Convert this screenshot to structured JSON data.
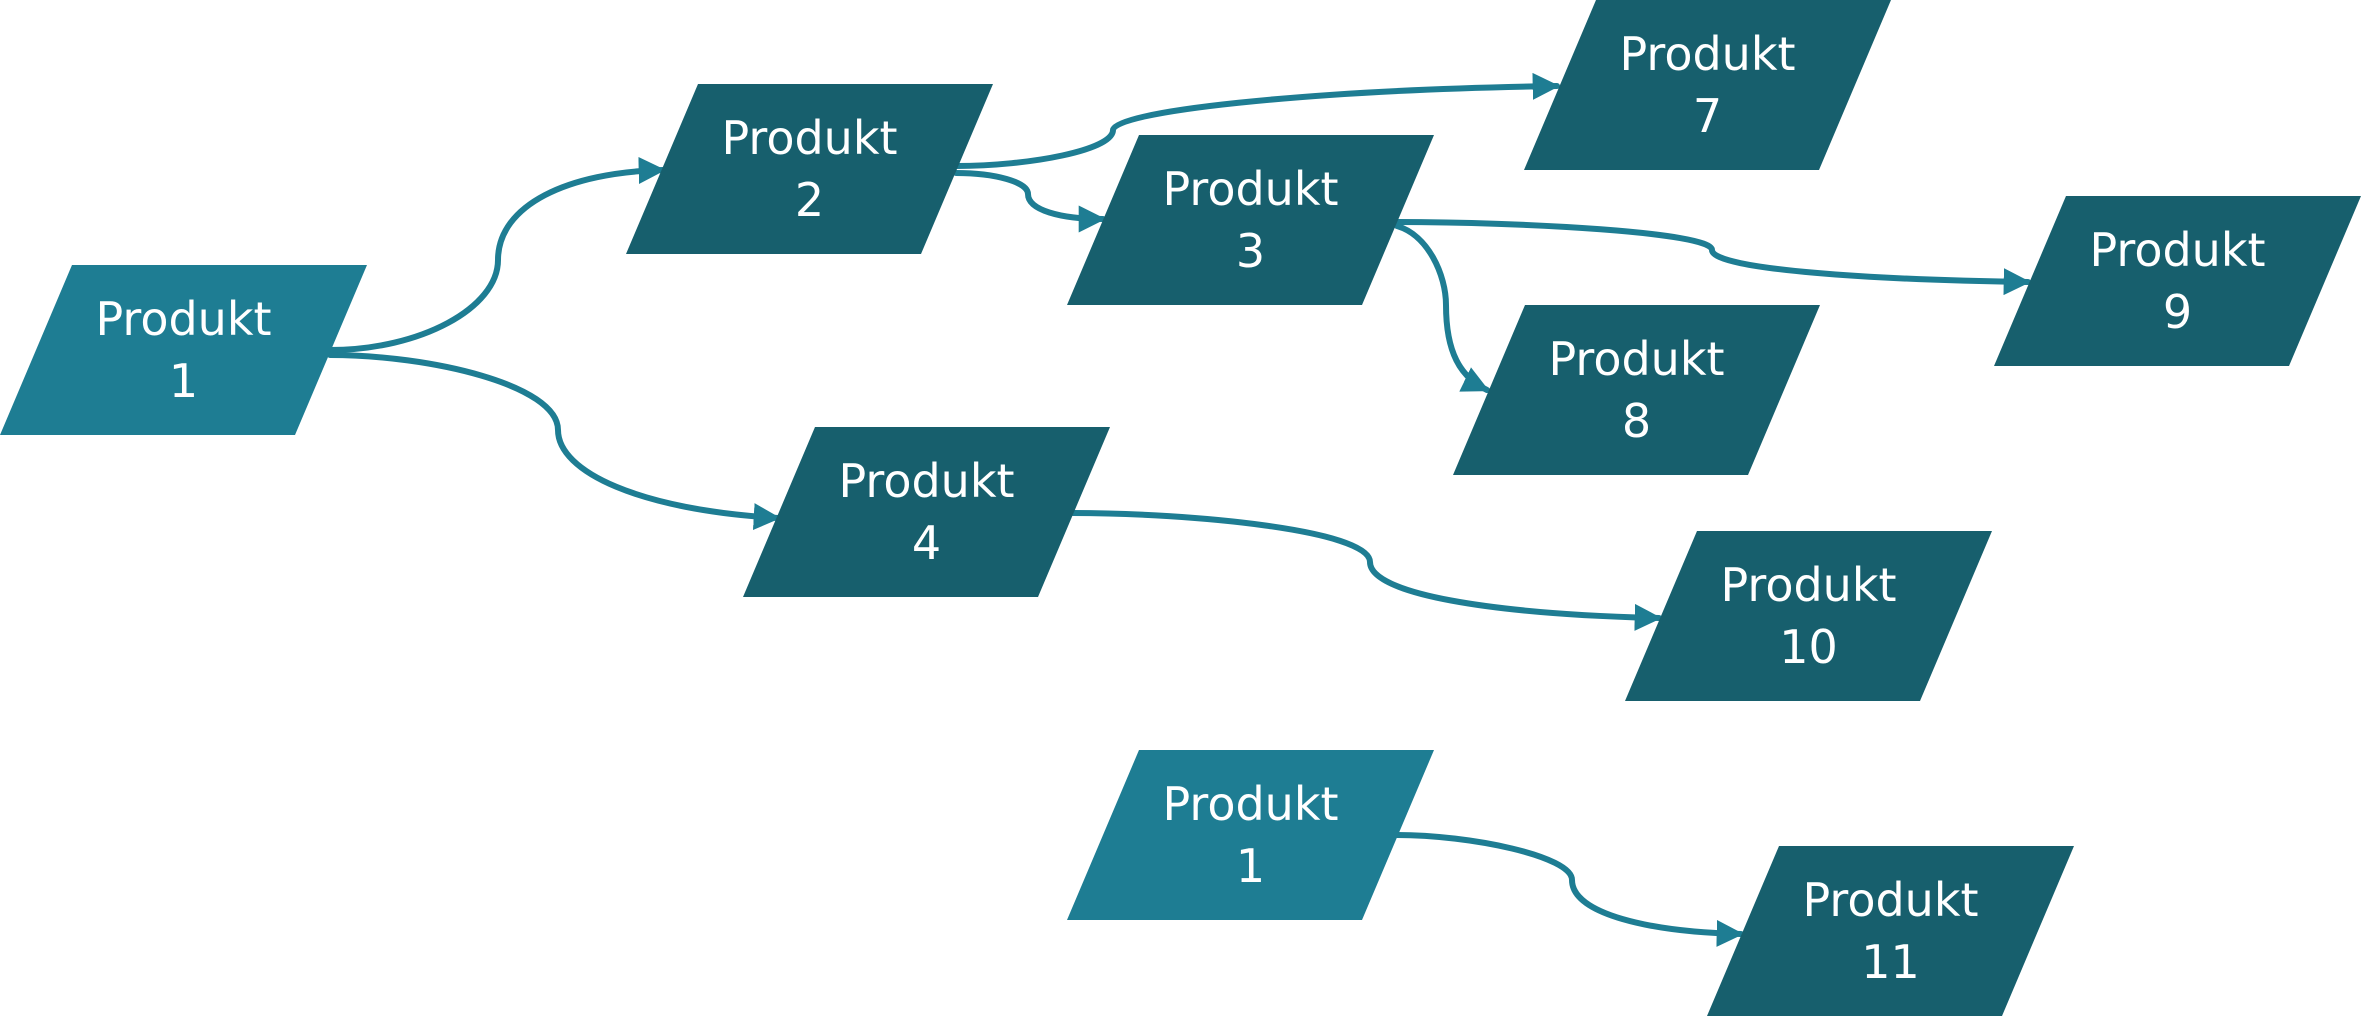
{
  "colors": {
    "root": "#1E7D93",
    "node": "#175F6D",
    "connector": "#1E7D93",
    "text": "#FFFFFF"
  },
  "nodes": [
    {
      "id": "n1a",
      "kind": "root",
      "line1": "Produkt",
      "line2": "1"
    },
    {
      "id": "n2",
      "kind": "node",
      "line1": "Produkt",
      "line2": "2"
    },
    {
      "id": "n3",
      "kind": "node",
      "line1": "Produkt",
      "line2": "3"
    },
    {
      "id": "n4",
      "kind": "node",
      "line1": "Produkt",
      "line2": "4"
    },
    {
      "id": "n7",
      "kind": "node",
      "line1": "Produkt",
      "line2": "7"
    },
    {
      "id": "n8",
      "kind": "node",
      "line1": "Produkt",
      "line2": "8"
    },
    {
      "id": "n9",
      "kind": "node",
      "line1": "Produkt",
      "line2": "9"
    },
    {
      "id": "n10",
      "kind": "node",
      "line1": "Produkt",
      "line2": "10"
    },
    {
      "id": "n1b",
      "kind": "root",
      "line1": "Produkt",
      "line2": "1"
    },
    {
      "id": "n11",
      "kind": "node",
      "line1": "Produkt",
      "line2": "11"
    }
  ],
  "edges": [
    {
      "from": "n1a",
      "to": "n2"
    },
    {
      "from": "n1a",
      "to": "n4"
    },
    {
      "from": "n2",
      "to": "n7"
    },
    {
      "from": "n2",
      "to": "n3"
    },
    {
      "from": "n3",
      "to": "n9"
    },
    {
      "from": "n3",
      "to": "n8"
    },
    {
      "from": "n4",
      "to": "n10"
    },
    {
      "from": "n1b",
      "to": "n11"
    }
  ]
}
